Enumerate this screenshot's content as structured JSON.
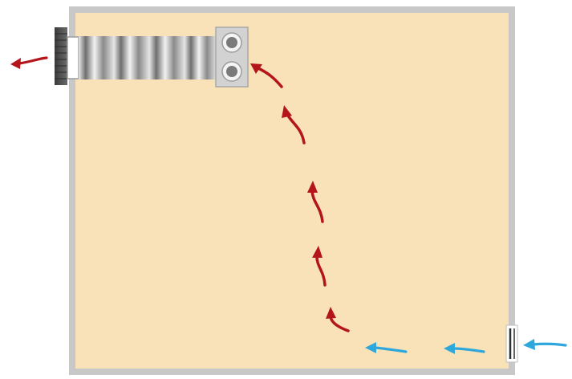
{
  "colors": {
    "background": "#ffffff",
    "room_fill": "#f9e2b7",
    "wall": "#c8c8c8",
    "exhaust_grille": "#4a4a4a",
    "fan_housing": "#d0d0d0",
    "fan_hub": "#7a7a7a",
    "warm_air": "#b3151b",
    "cool_air": "#2ea8dc",
    "inlet_vent": "#2f2f2f"
  },
  "icons": {
    "exhaust_fan": "extraction-fan-unit",
    "fan_motor": "twin-fan-motor",
    "wall_grille": "exhaust-grille",
    "inlet_vent": "air-inlet-vent",
    "warm_air": "red-curved-airflow-arrow",
    "cool_air": "blue-airflow-arrow"
  }
}
